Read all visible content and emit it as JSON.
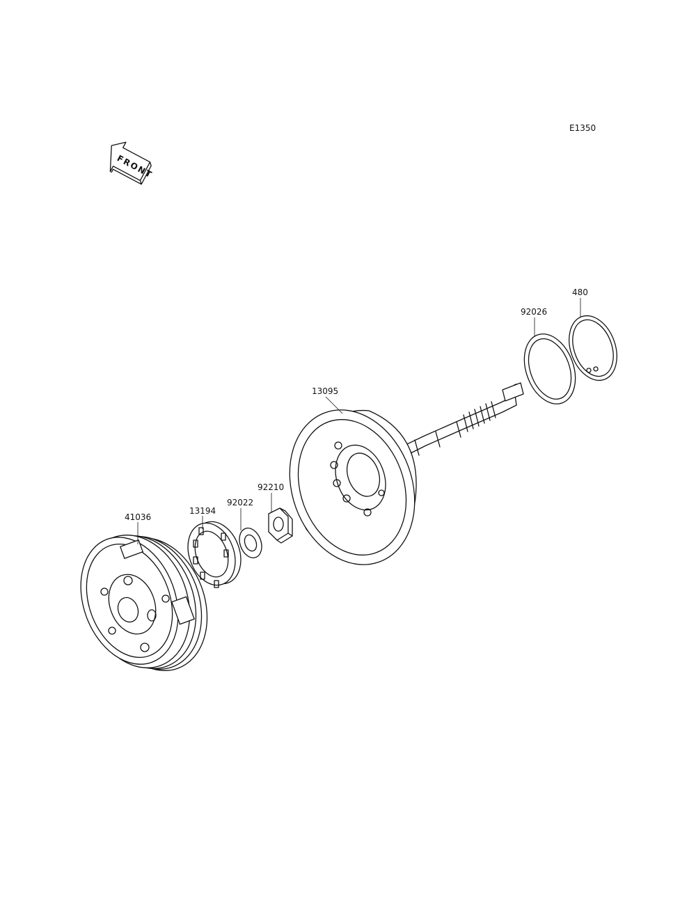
{
  "diagram": {
    "code": "E1350",
    "front_label": "FRONT",
    "parts": [
      {
        "number": "41036"
      },
      {
        "number": "13194"
      },
      {
        "number": "92022"
      },
      {
        "number": "92210"
      },
      {
        "number": "13095"
      },
      {
        "number": "92026"
      },
      {
        "number": "480"
      }
    ]
  }
}
